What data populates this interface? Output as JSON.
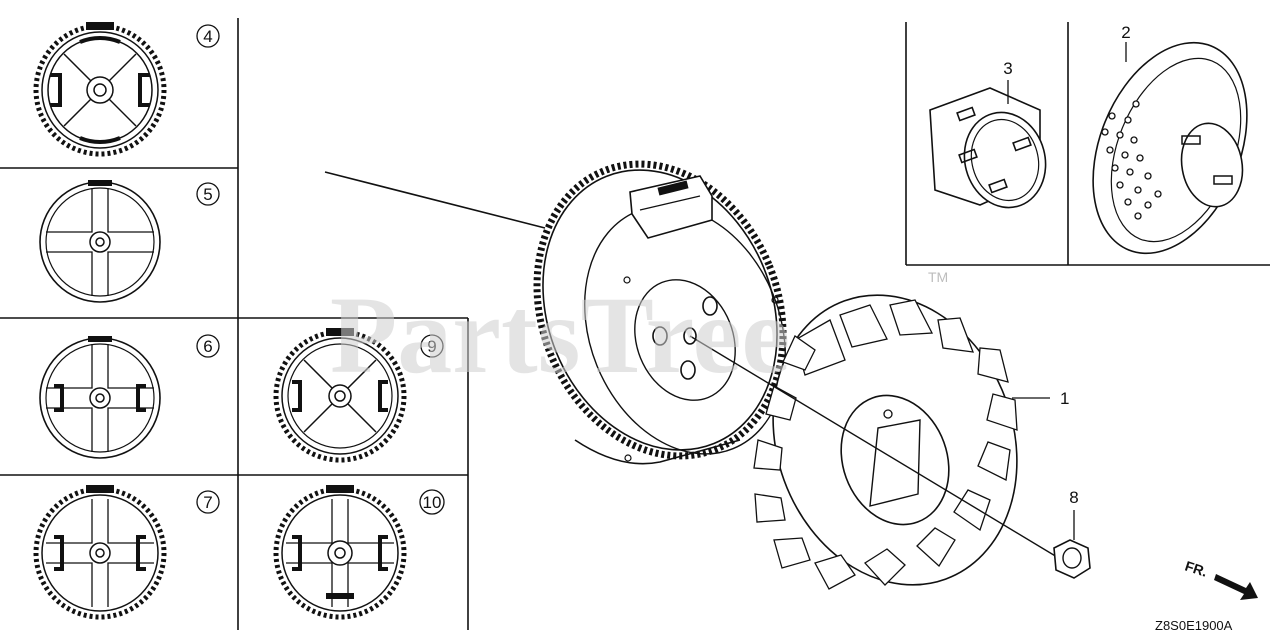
{
  "watermark": {
    "text": "PartsTree",
    "trademark": "TM"
  },
  "variants": [
    {
      "id": "4",
      "label": "4"
    },
    {
      "id": "5",
      "label": "5"
    },
    {
      "id": "6",
      "label": "6"
    },
    {
      "id": "7",
      "label": "7"
    },
    {
      "id": "9",
      "label": "9"
    },
    {
      "id": "10",
      "label": "10"
    }
  ],
  "callouts": [
    {
      "id": "1",
      "label": "1"
    },
    {
      "id": "2",
      "label": "2"
    },
    {
      "id": "3",
      "label": "3"
    },
    {
      "id": "8",
      "label": "8"
    }
  ],
  "front_indicator": "FR.",
  "diagram_code": "Z8S0E1900A",
  "colors": {
    "line": "#111111",
    "watermark": "#cfcfcf",
    "background": "#ffffff"
  }
}
